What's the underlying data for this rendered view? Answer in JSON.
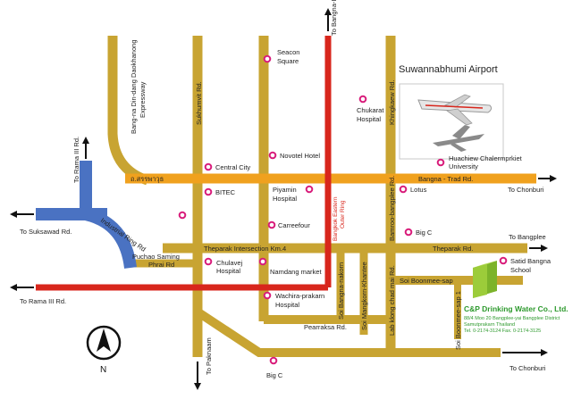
{
  "colors": {
    "road": "#c8a432",
    "ring_road": "#d8261c",
    "highlight_road": "#f0a11e",
    "industrial_ring": "#4a72c2",
    "poi_marker": "#d81b7a",
    "building": "#9ccc3a",
    "company_text": "#2e9a2e"
  },
  "title": "Suwannabhumi Airport",
  "roads": {
    "bangna_trad": "Bangna - Trad Rd.",
    "thai_road_name": "ถ.สรรพาวุธ",
    "theparak_intersection": "Theparak Intersection Km.4",
    "theparak_rd": "Theparak Rd.",
    "soi_boonmee_sap": "Soi Boonmee-sap",
    "soi_boonmee_sap_1": "Soi Boonmee-sap 1",
    "pearraksa": "Pearraksa Rd.",
    "sukhumvit": "Sukhumvit Rd.",
    "bang_na_expressway": "Bang-na Din-dang Daokhanong Expressway",
    "industrial_ring": "Industrial Ring Rd",
    "bangkok_eastern_outer_ring": "Bangkok Eastern Outer Ring",
    "soi_bangna_nakorn": "Soi Bangna-nakorn",
    "soi_mangkorn_khantee": "Soi Mangkorn-Khantee",
    "lab_klong_chad_mai": "Lab klong chad mai Rd.",
    "bamroo_bangplee": "Bamroo-bangplee Rd.",
    "khingkaew": "Khingkaew Rd.",
    "puchao_saming_phrai": "Puchao Saming Phrai Rd"
  },
  "directions": {
    "to_bangna_in": "To Bangna-In",
    "to_rama_iii_top": "To Rama III Rd.",
    "to_suksawad": "To Suksawad Rd.",
    "to_rama_iii_left": "To Rama III Rd.",
    "to_paknaam": "To Paknaam",
    "to_chonburi_top": "To Chonburi",
    "to_bangplee": "To Bangplee",
    "to_chonburi_bottom": "To Chonburi"
  },
  "places": {
    "seacon_square": "Seacon Square",
    "chukarat_hospital": "Chukarat Hospital",
    "central_city": "Central City",
    "novotel": "Novotel Hotel",
    "huachiew": "Huachiew Chalermprkiet University",
    "bitec": "BITEC",
    "piyamin_hospital": "Piyamin Hospital",
    "lotus": "Lotus",
    "carrefour": "Carreefour",
    "big_c_right": "Big C",
    "chulavej_hospital": "Chulavej Hospital",
    "namdang_market": "Namdang market",
    "wachira_prakarn": "Wachira-prakarn Hospital",
    "satid_bangna": "Satid Bangna School",
    "big_c_bottom": "Big C"
  },
  "company": {
    "name": "C&P Drinking Water Co., Ltd.",
    "address_line1": "88/4 Moo 20 Bangplee-yai Bangplee District",
    "address_line2": "Samutprakarn Thailand",
    "phone": "Tel. 0-2174-3124   Fax. 0-2174-3125"
  },
  "compass": {
    "label": "N"
  }
}
